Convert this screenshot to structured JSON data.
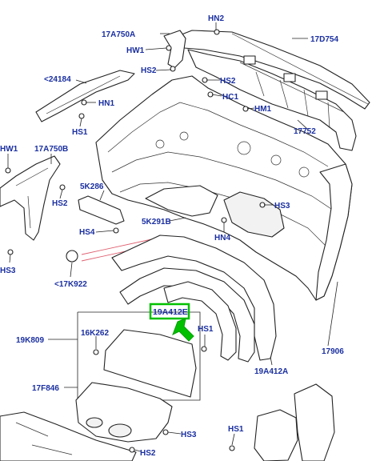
{
  "labels": {
    "hn2_top": "HN2",
    "a17A750A": "17A750A",
    "a17D754": "17D754",
    "hw1_top": "HW1",
    "hs2_top": "HS2",
    "a24184": "<24184",
    "hs2_upper": "HS2",
    "hc1": "HC1",
    "hn1_left": "HN1",
    "hm1": "HM1",
    "a17752": "17752",
    "hs1_left": "HS1",
    "hw1_left": "HW1",
    "a17A750B": "17A750B",
    "a5K286": "5K286",
    "hs2_left": "HS2",
    "hs3_right": "HS3",
    "a5K291B": "5K291B",
    "hs4": "HS4",
    "hn4": "HN4",
    "hs3_left": "HS3",
    "a17K922": "<17K922",
    "a19A412E": "19A412E",
    "hs1_mid": "HS1",
    "a16K262": "16K262",
    "a19K809": "19K809",
    "a17906": "17906",
    "a19A412A": "19A412A",
    "a17F846": "17F846",
    "hs1_bottom": "HS1",
    "hs3_bottom": "HS3",
    "hs2_bottom": "HS2"
  },
  "colors": {
    "label_text": "#1a2fa0",
    "highlight": "#00c000",
    "reference_line": "#e06070"
  },
  "icons": [
    "fastener-icon",
    "highlight-arrow-icon"
  ]
}
